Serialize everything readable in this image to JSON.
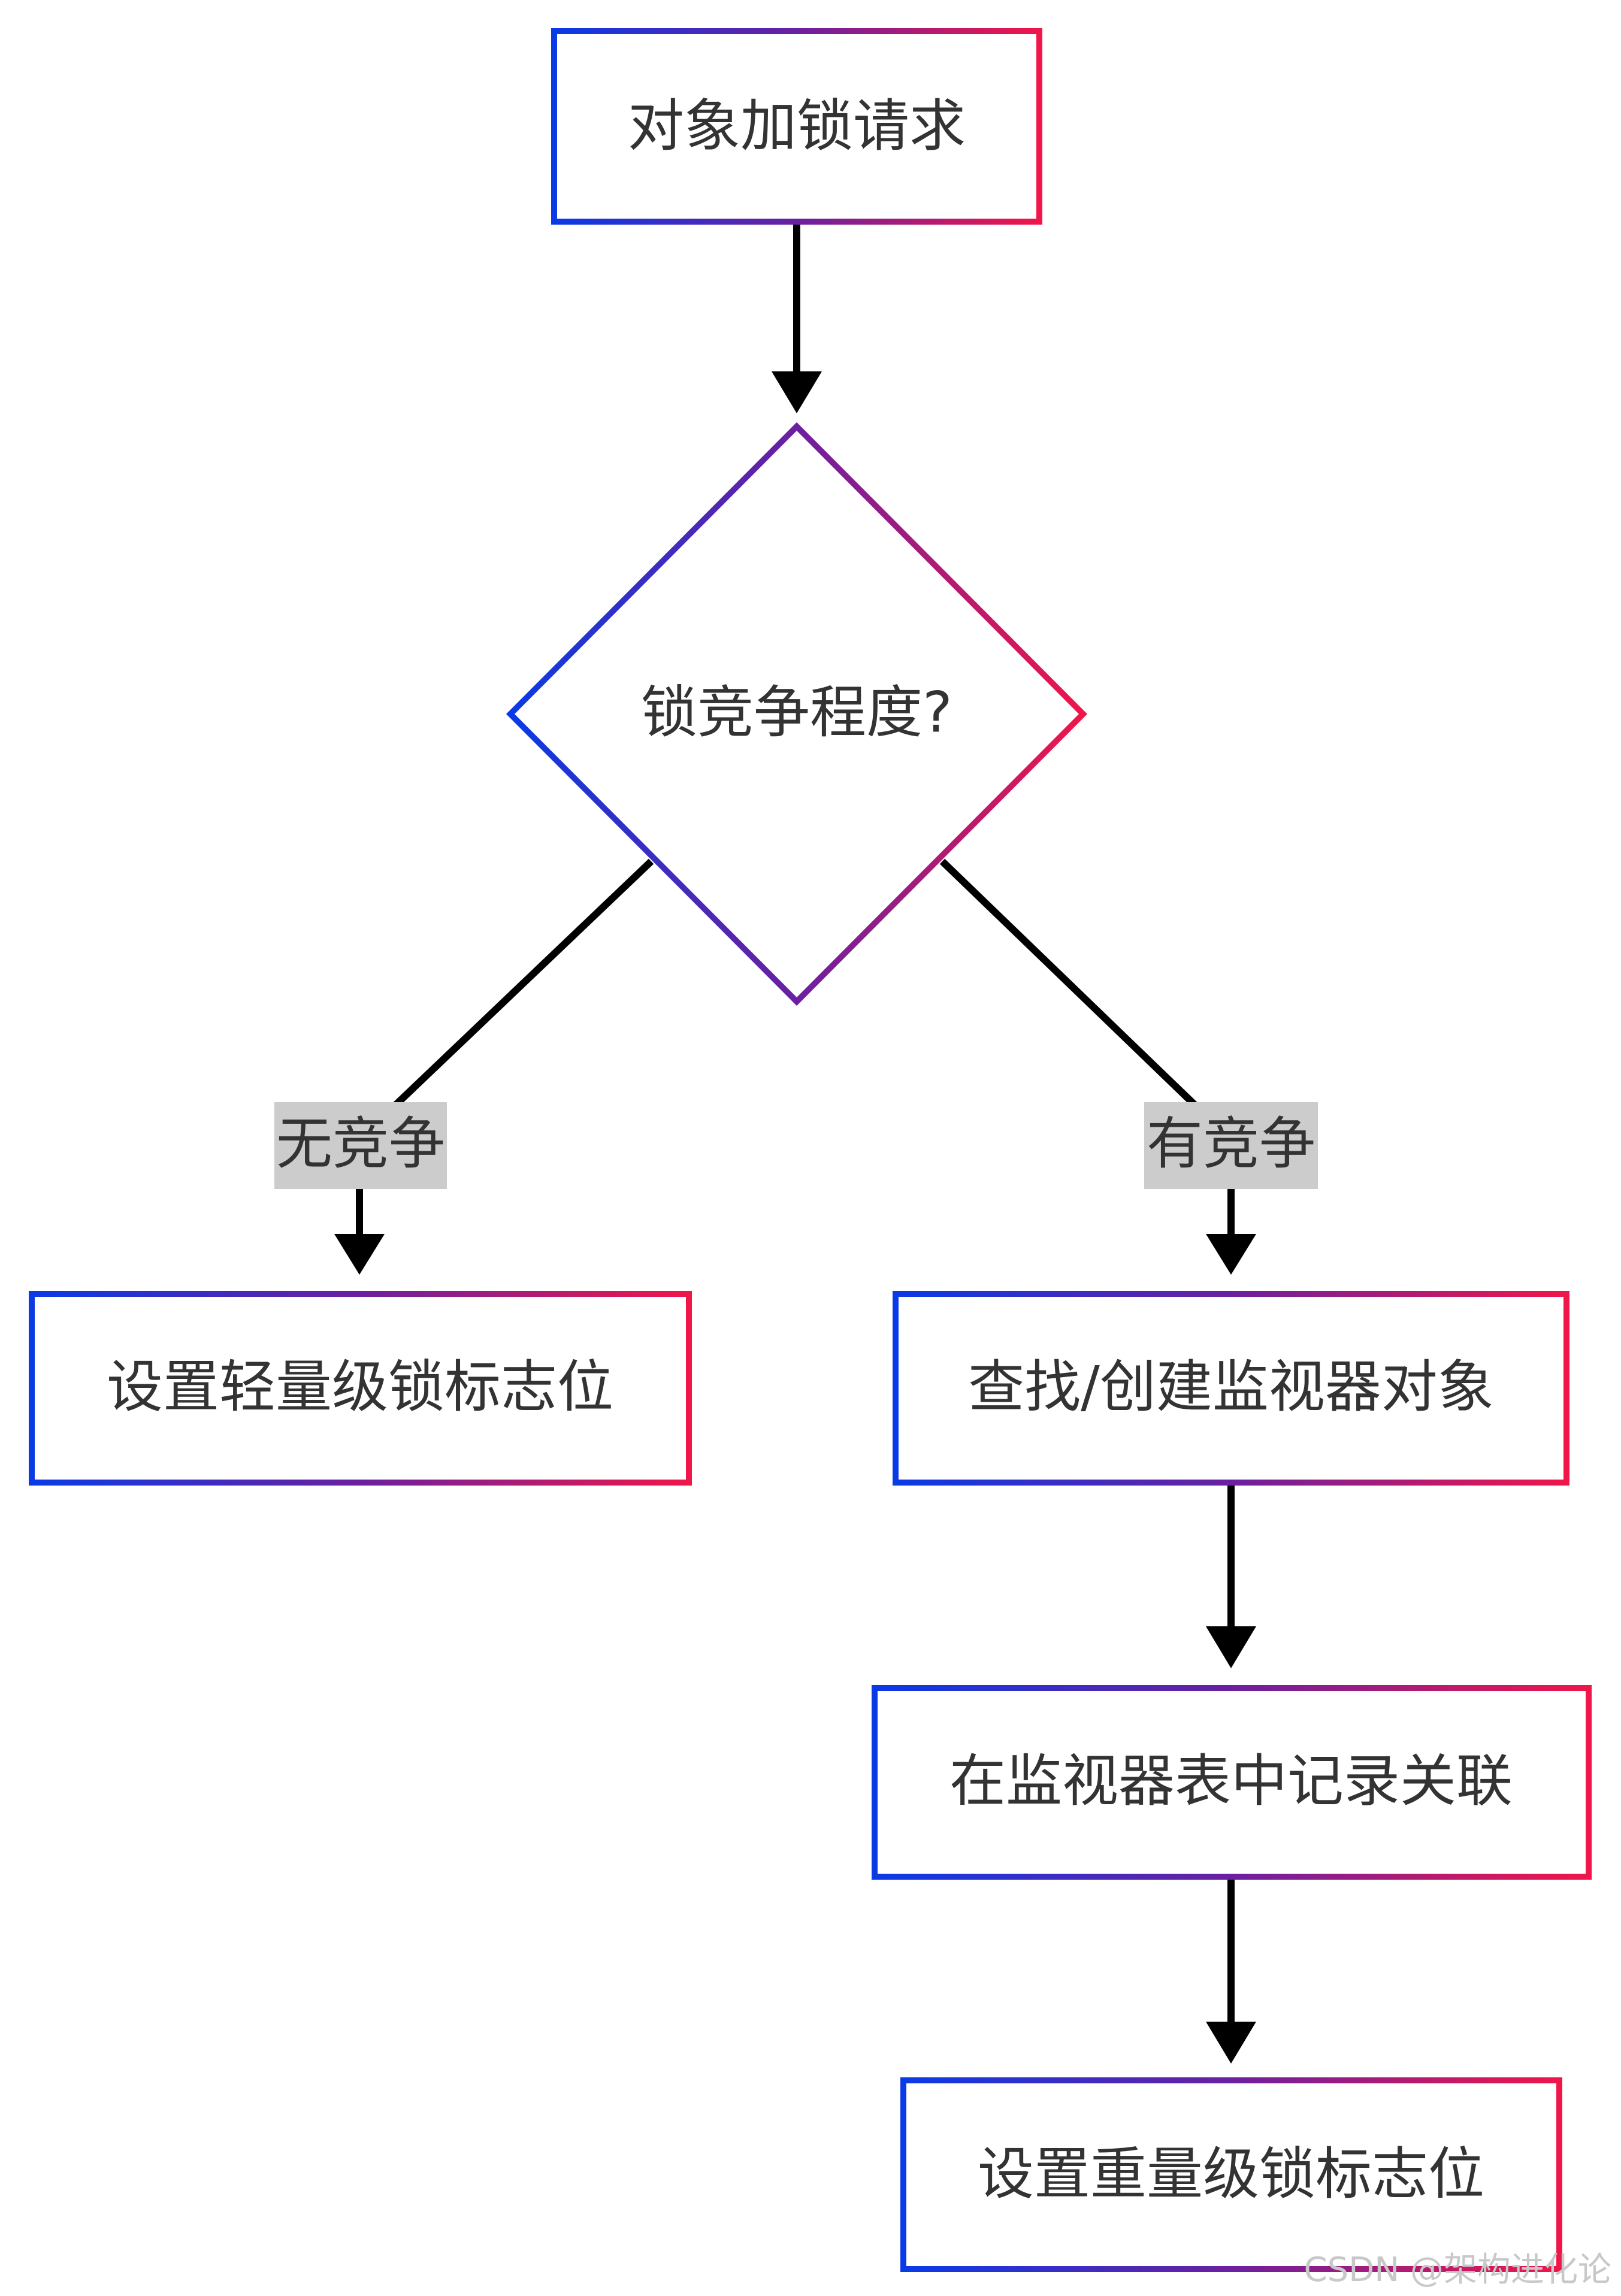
{
  "nodes": {
    "request": "对象加锁请求",
    "decision": "锁竞争程度?",
    "lightweight": "设置轻量级锁标志位",
    "find_monitor": "查找/创建监视器对象",
    "record": "在监视器表中记录关联",
    "heavyweight": "设置重量级锁标志位"
  },
  "edge_labels": {
    "no_contention": "无竞争",
    "contention": "有竞争"
  },
  "watermark": "CSDN @架构进化论",
  "colors": {
    "gradient_start": "#0a3ae6",
    "gradient_mid": "#6b20a0",
    "gradient_end": "#f0164a",
    "arrow": "#000000",
    "label_bg": "#cccccc",
    "text": "#333333"
  }
}
